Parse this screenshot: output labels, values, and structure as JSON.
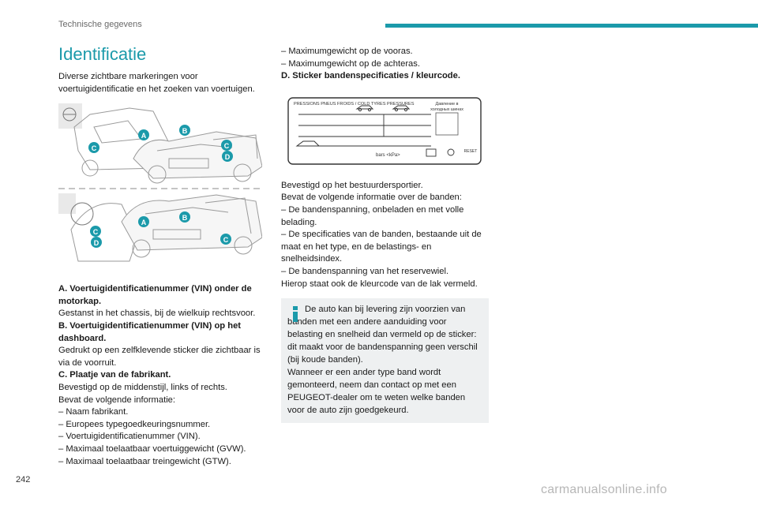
{
  "header": {
    "section": "Technische gegevens"
  },
  "page": {
    "number": "242",
    "watermark": "carmanualsonline.info"
  },
  "title": "Identificatie",
  "intro": "Diverse zichtbare markeringen voor voertuigidentificatie en het zoeken van voertuigen.",
  "markers": {
    "top": [
      "A",
      "B",
      "C",
      "C",
      "D"
    ],
    "bottom": [
      "A",
      "B",
      "C",
      "D",
      "C"
    ]
  },
  "left_text": [
    {
      "text": "A. Voertuigidentificatienummer (VIN) onder de motorkap.",
      "bold": true
    },
    {
      "text": "Gestanst in het chassis, bij de wielkuip rechtsvoor.",
      "bold": false
    },
    {
      "text": "B. Voertuigidentificatienummer (VIN) op het dashboard.",
      "bold": true
    },
    {
      "text": "Gedrukt op een zelfklevende sticker die zichtbaar is via de voorruit.",
      "bold": false
    },
    {
      "text": "C. Plaatje van de fabrikant.",
      "bold": true
    },
    {
      "text": "Bevestigd op de middenstijl, links of rechts.",
      "bold": false
    },
    {
      "text": "Bevat de volgende informatie:",
      "bold": false
    },
    {
      "text": "– Naam fabrikant.",
      "bold": false
    },
    {
      "text": "– Europees typegoedkeuringsnummer.",
      "bold": false
    },
    {
      "text": "– Voertuigidentificatienummer (VIN).",
      "bold": false
    },
    {
      "text": "– Maximaal toelaatbaar voertuiggewicht (GVW).",
      "bold": false
    },
    {
      "text": "– Maximaal toelaatbaar treingewicht (GTW).",
      "bold": false
    }
  ],
  "right_top": [
    {
      "text": "– Maximumgewicht op de vooras.",
      "bold": false
    },
    {
      "text": "– Maximumgewicht op de achteras.",
      "bold": false
    },
    {
      "text": "D. Sticker bandenspecificaties / kleurcode.",
      "bold": true
    }
  ],
  "sticker": {
    "heading": "PRESSIONS PNEUS FROIDS / COLD TYRES PRESSURES",
    "ru_line1": "Давление в",
    "ru_line2": "холодных шинах",
    "units": "bars   <kPa>",
    "reset": "RESET"
  },
  "right_text": [
    "Bevestigd op het bestuurdersportier.",
    "Bevat de volgende informatie over de banden:",
    "– De bandenspanning, onbeladen en met volle belading.",
    "– De specificaties van de banden, bestaande uit de maat en het type, en de belastings- en snelheidsindex.",
    "– De bandenspanning van het reservewiel.",
    "Hierop staat ook de kleurcode van de lak vermeld."
  ],
  "note": [
    "De auto kan bij levering zijn voorzien van banden met een andere aanduiding voor belasting en snelheid dan vermeld op de sticker: dit maakt voor de bandenspanning geen verschil (bij koude banden).",
    "Wanneer er een ander type band wordt gemonteerd, neem dan contact op met een PEUGEOT-dealer om te weten welke banden voor de auto zijn goedgekeurd."
  ],
  "colors": {
    "accent": "#1b9aaa",
    "note_bg": "#eef0f1"
  }
}
